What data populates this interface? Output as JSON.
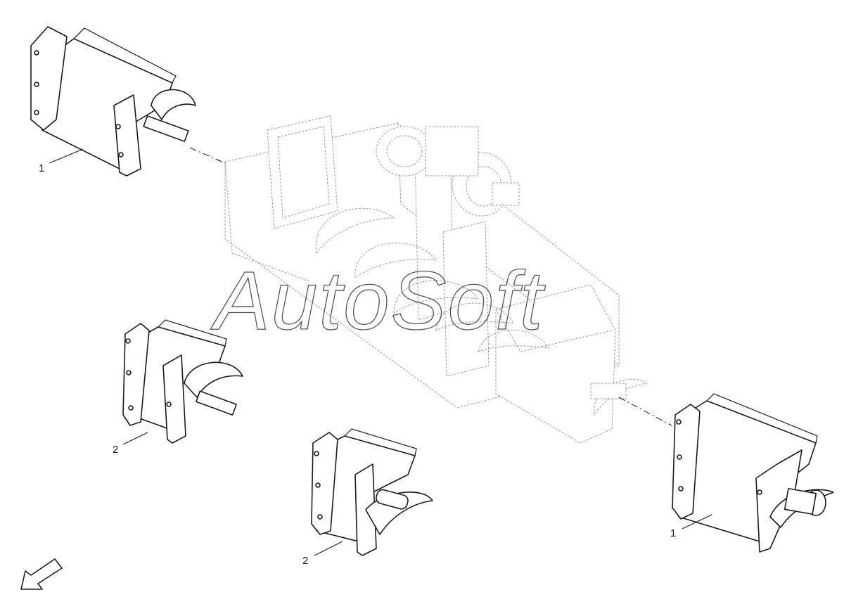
{
  "watermark": {
    "text": "AutoSoft"
  },
  "callouts": [
    {
      "id": "c1a",
      "label": "1"
    },
    {
      "id": "c2a",
      "label": "2"
    },
    {
      "id": "c2b",
      "label": "2"
    },
    {
      "id": "c1b",
      "label": "1"
    }
  ],
  "colors": {
    "line": "#1a1a1a",
    "ghost": "#9a9a9a",
    "background": "#ffffff"
  },
  "icons": {
    "orientation": "orientation-arrow-icon"
  }
}
